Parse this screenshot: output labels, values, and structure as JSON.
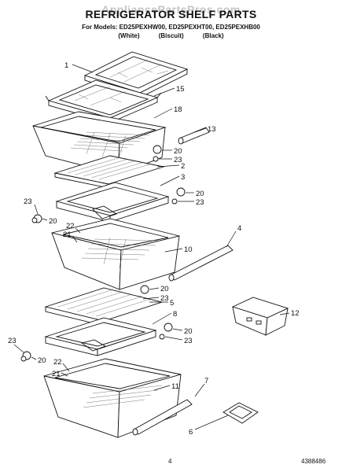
{
  "header": {
    "watermark": "AppliancePartsPros.com",
    "title": "REFRIGERATOR SHELF PARTS",
    "models": "For Models: ED25PEXHW00, ED25PEXHT00, ED25PEXHB00",
    "colors": "(White) (Biscuit) (Black)"
  },
  "callouts": [
    {
      "id": "c1",
      "text": "1"
    },
    {
      "id": "c15",
      "text": "15"
    },
    {
      "id": "c18",
      "text": "18"
    },
    {
      "id": "c13",
      "text": "13"
    },
    {
      "id": "c20a",
      "text": "20"
    },
    {
      "id": "c23a",
      "text": "23"
    },
    {
      "id": "c2",
      "text": "2"
    },
    {
      "id": "c3",
      "text": "3"
    },
    {
      "id": "c20b",
      "text": "20"
    },
    {
      "id": "c23b",
      "text": "23"
    },
    {
      "id": "c23c",
      "text": "23"
    },
    {
      "id": "c20c",
      "text": "20"
    },
    {
      "id": "c22a",
      "text": "22"
    },
    {
      "id": "c21a",
      "text": "21"
    },
    {
      "id": "c4",
      "text": "4"
    },
    {
      "id": "c10",
      "text": "10"
    },
    {
      "id": "c20d",
      "text": "20"
    },
    {
      "id": "c23d",
      "text": "23"
    },
    {
      "id": "c5",
      "text": "5"
    },
    {
      "id": "c12",
      "text": "12"
    },
    {
      "id": "c8",
      "text": "8"
    },
    {
      "id": "c20e",
      "text": "20"
    },
    {
      "id": "c23e",
      "text": "23"
    },
    {
      "id": "c23f",
      "text": "23"
    },
    {
      "id": "c20f",
      "text": "20"
    },
    {
      "id": "c21b",
      "text": "21"
    },
    {
      "id": "c22b",
      "text": "22"
    },
    {
      "id": "c11",
      "text": "11"
    },
    {
      "id": "c7",
      "text": "7"
    },
    {
      "id": "c6",
      "text": "6"
    }
  ],
  "footer": {
    "page_number": "4",
    "doc_code": "4388486"
  }
}
